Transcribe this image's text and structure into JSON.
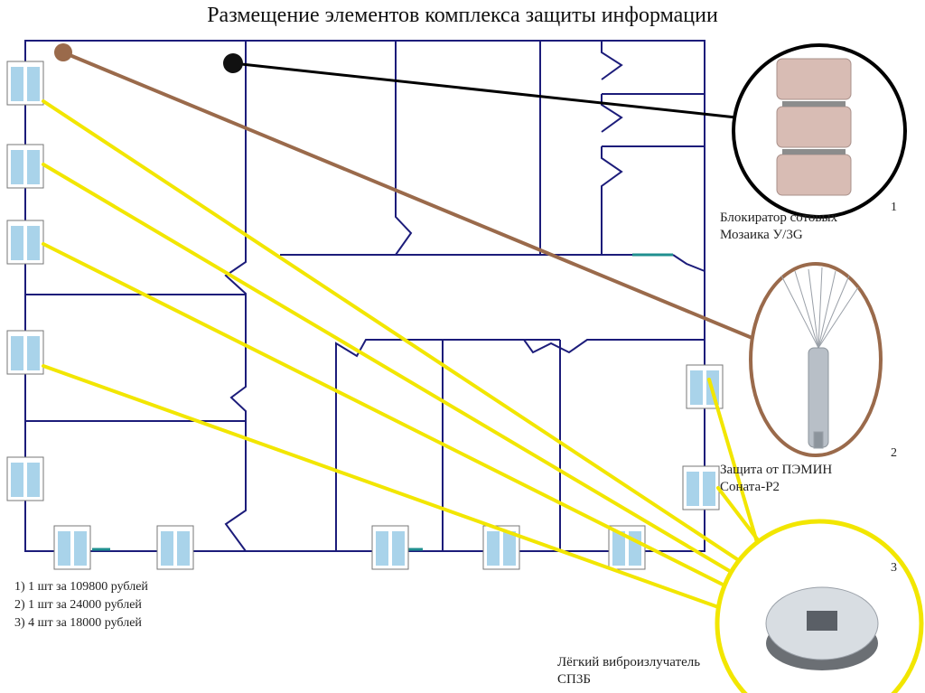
{
  "title": "Размещение элементов комплекса защиты информации",
  "devices": [
    {
      "number": "1",
      "name_line1": "Блокиратор сотовых",
      "name_line2": "Мозаика У/3G",
      "marker_color": "#111111"
    },
    {
      "number": "2",
      "name_line1": "Защита от ПЭМИН",
      "name_line2": "Соната-Р2",
      "marker_color": "#9a6a4b"
    },
    {
      "number": "3",
      "name_line1": "Лёгкий виброизлучатель",
      "name_line2": "СП3Б",
      "marker_color": "#f2e600"
    }
  ],
  "costs": [
    "1) 1 шт за 109800 рублей",
    "2) 1 шт за 24000 рублей",
    "3) 4 шт за 18000 рублей"
  ],
  "colors": {
    "walls": "#1c1c7a",
    "link_blocker": "#000000",
    "link_pemin": "#9a6a4b",
    "link_vibro": "#f2e600",
    "window_glass": "#a9d3ea"
  }
}
